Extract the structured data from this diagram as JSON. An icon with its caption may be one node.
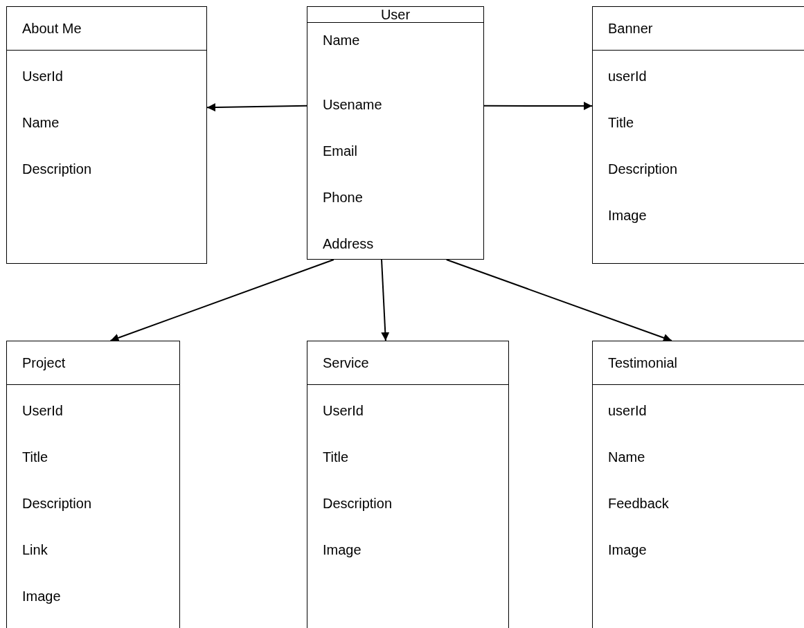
{
  "diagram": {
    "nodes": [
      {
        "text": [
          "About Me",
          "UserId",
          "Name",
          "Description"
        ]
      },
      {
        "text": [
          "User",
          "Name",
          "Usename",
          "Email",
          "Phone",
          "Address"
        ]
      },
      {
        "text": [
          "Banner",
          "userId",
          "Title",
          "Description",
          "Image"
        ]
      },
      {
        "text": [
          "Project",
          "UserId",
          "Title",
          "Description",
          "Link",
          "Image"
        ]
      },
      {
        "text": [
          "Service",
          "UserId",
          "Title",
          "Description",
          "Image"
        ]
      },
      {
        "text": [
          "Testimonial",
          "userId",
          "Name",
          "Feedback",
          "Image"
        ]
      }
    ],
    "edges": [
      {
        "from": 1,
        "to": 0,
        "arrow": "to"
      },
      {
        "from": 1,
        "to": 2,
        "arrow": "to"
      },
      {
        "from": 1,
        "to": 3,
        "arrow": "to"
      },
      {
        "from": 1,
        "to": 4,
        "arrow": "to"
      },
      {
        "from": 1,
        "to": 5,
        "arrow": "to"
      }
    ]
  }
}
